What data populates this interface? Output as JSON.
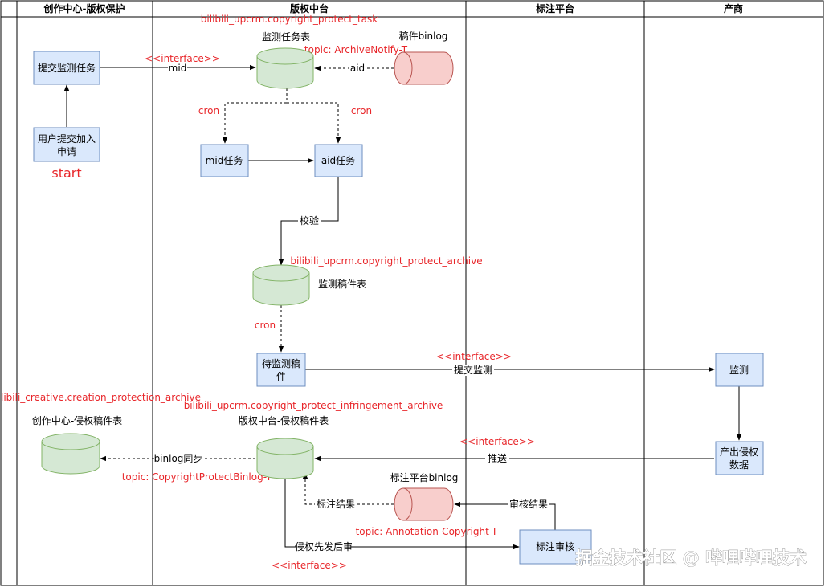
{
  "lanes": [
    "创作中心-版权保护",
    "版权中台",
    "标注平台",
    "产商"
  ],
  "processes": {
    "submit_task": [
      "提交监测任务"
    ],
    "user_apply": [
      "用户提交加入",
      "申请"
    ],
    "mid_task": [
      "mid任务"
    ],
    "aid_task": [
      "aid任务"
    ],
    "pending_archive": [
      "待监测稿",
      "件"
    ],
    "monitor": [
      "监测"
    ],
    "output_data": [
      "产出侵权",
      "数据"
    ],
    "annotation_review": [
      "标注审核"
    ]
  },
  "start_label": "start",
  "storages": {
    "task_table": "监测任务表",
    "archive_table": "监测稿件表",
    "infringe_table": "版权中台-侵权稿件表",
    "creation_table": "创作中心-侵权稿件表",
    "archive_binlog": "稿件binlog",
    "annotation_binlog": "标注平台binlog"
  },
  "table_names": {
    "task": "bilibili_upcrm.copyright_protect_task",
    "archive": "bilibili_upcrm.copyright_protect_archive",
    "infringement": "bilibili_upcrm.copyright_protect_infringement_archive",
    "creation": "bilibili_creative.creation_protection_archive"
  },
  "topics": {
    "archive_notify": "topic: ArchiveNotify-T",
    "protect_binlog": "topic: CopyrightProtectBinlog-T",
    "annotation": "topic: Annotation-Copyright-T"
  },
  "interface_tag": "<<interface>>",
  "cron_label": "cron",
  "edge_labels": {
    "mid": "mid",
    "aid": "aid",
    "verify": "校验",
    "submit_monitor": "提交监测",
    "push": "推送",
    "binlog_sync": "binlog同步",
    "annotation_result": "标注结果",
    "review_result": "审核结果",
    "infringe_first": "侵权先发后审"
  },
  "watermark": "掘金技术社区 @ 哔哩哔哩技术",
  "colors": {
    "process_fill": "#dae8fc",
    "process_stroke": "#6c8ebf",
    "db_fill": "#d5e8d4",
    "db_stroke": "#82b366",
    "queue_fill": "#f8cecc",
    "queue_stroke": "#b85450",
    "annotation_red": "#e8262a"
  }
}
